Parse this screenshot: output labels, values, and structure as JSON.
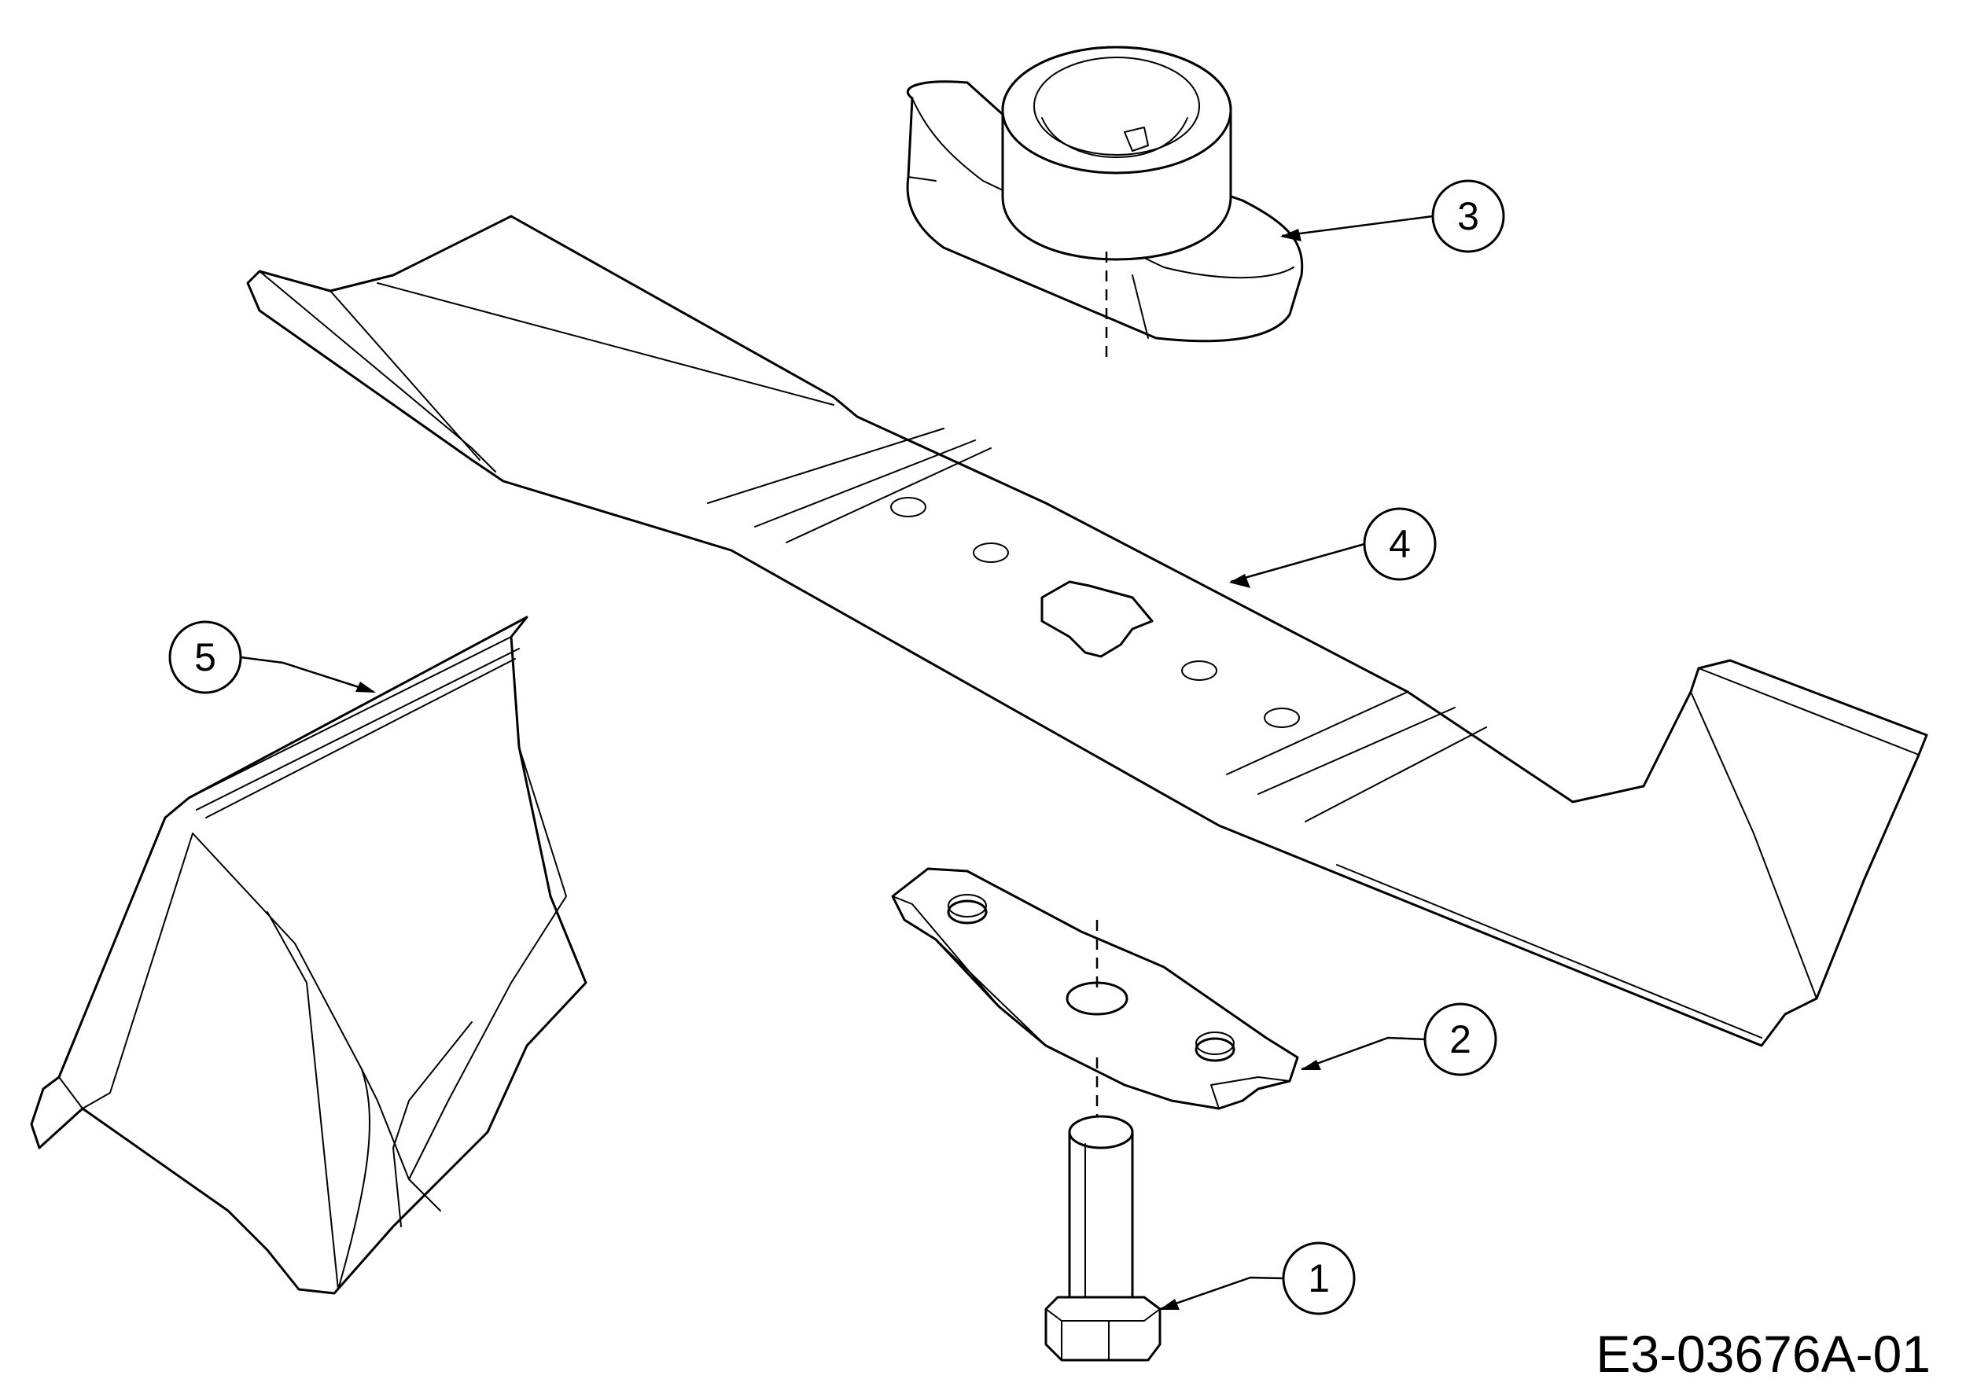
{
  "diagram": {
    "reference_code": "E3-03676A-01",
    "callouts": [
      {
        "id": "bolt",
        "label": "1"
      },
      {
        "id": "blade-adapter",
        "label": "2"
      },
      {
        "id": "blade-hub",
        "label": "3"
      },
      {
        "id": "mower-blade",
        "label": "4"
      },
      {
        "id": "mulching-plug",
        "label": "5"
      }
    ]
  }
}
